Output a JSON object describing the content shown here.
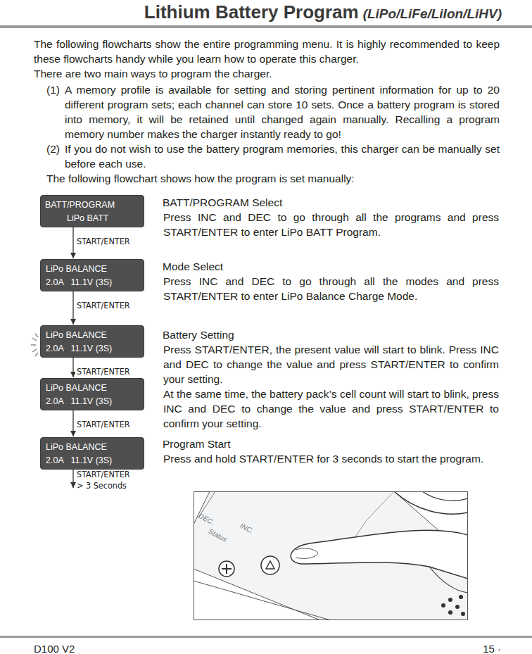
{
  "diagram": {
    "title": "Lithium Battery Program",
    "nodes": [
      {
        "text": [
          "BATT/PROGRAM",
          "LiPo BATT"
        ]
      },
      {
        "text": [
          "LiPo BALANCE",
          "2.0A   11.1V (3S)"
        ]
      },
      {
        "text": [
          "LiPo BALANCE",
          "2.0A   11.1V (3S)"
        ]
      },
      {
        "text": [
          "LiPo BALANCE",
          "2.0A   11.1V (3S)"
        ]
      },
      {
        "text": [
          "LiPo BALANCE",
          "2.0A   11.1V (3S)"
        ]
      }
    ],
    "edges": [
      {
        "from": 0,
        "to": 1,
        "arrow": "to",
        "label": "START/ENTER"
      },
      {
        "from": 1,
        "to": 2,
        "arrow": "to",
        "label": "START/ENTER"
      },
      {
        "from": 2,
        "to": 3,
        "arrow": "to",
        "label": "START/ENTER"
      },
      {
        "from": 3,
        "to": 4,
        "arrow": "to",
        "label": "START/ENTER"
      }
    ],
    "labels": [
      "(LiPo/LiFe/LiIon/LiHV)",
      "The following flowcharts show the entire programming menu. It is highly recommended to keep these flowcharts handy while you learn how to operate this charger.",
      "There are two main ways to program the charger.",
      "(1)",
      "A memory profile is available for setting and storing pertinent information for up to 20 different program sets; each channel can store 10 sets. Once a battery program is stored into memory, it will be retained until changed again manually. Recalling a program memory number makes the charger instantly ready to go!",
      "(2)",
      "If you do not wish to use the battery program memories, this charger can be manually set before each use.",
      "The following flowchart shows how the program is set manually:",
      "BATT/PROGRAM Select",
      "Press INC and DEC to go through all the programs and press START/ENTER to enter LiPo BATT Program.",
      "Mode Select",
      "Press INC and DEC to go through all the modes and press START/ENTER to enter LiPo Balance Charge Mode.",
      "Battery Setting",
      "Press START/ENTER, the present value will start to blink. Press INC and DEC to change the value and press START/ENTER to confirm your setting.",
      "At the same time, the battery pack’s cell count will start to blink, press INC and DEC to change the value and press START/ENTER to confirm your setting.",
      "Program Start",
      "Press and hold START/ENTER for 3 seconds to start the program.",
      "START/ENTER > 3 Seconds",
      "DEC.",
      "Status",
      "INC.",
      "D100 V2",
      "15 ·"
    ]
  }
}
